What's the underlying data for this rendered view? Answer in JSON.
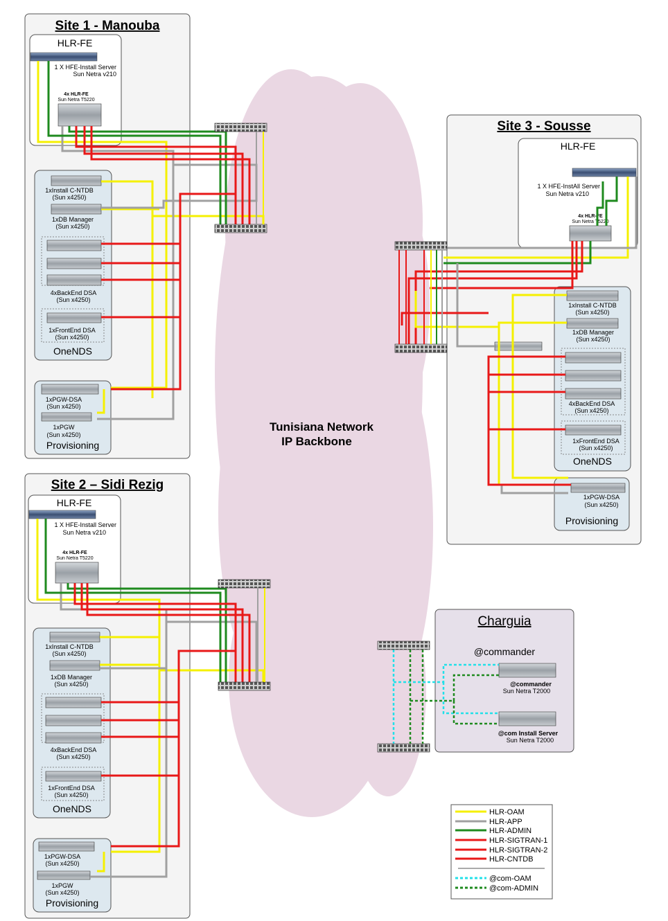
{
  "site1": {
    "title": "Site 1 - Manouba",
    "hlrfe": {
      "label": "HLR-FE",
      "install_server_line1": "1 X HFE-Install Server",
      "install_server_line2": "Sun Netra v210",
      "fe_line1": "4x HLR-FE",
      "fe_line2": "Sun Netra T5220"
    },
    "onends": {
      "label": "OneNDS",
      "cntdb_line1": "1xInstall C-NTDB",
      "cntdb_line2": "(Sun x4250)",
      "dbm_line1": "1xDB Manager",
      "dbm_line2": "(Sun x4250)",
      "be_line1": "4xBackEnd DSA",
      "be_line2": "(Sun x4250)",
      "fe_line1": "1xFrontEnd DSA",
      "fe_line2": "(Sun x4250)"
    },
    "prov": {
      "label": "Provisioning",
      "pgwdsa_line1": "1xPGW-DSA",
      "pgwdsa_line2": "(Sun x4250)",
      "pgw_line1": "1xPGW",
      "pgw_line2": "(Sun x4250)"
    }
  },
  "site2": {
    "title": "Site 2 – Sidi Rezig",
    "hlrfe": {
      "label": "HLR-FE",
      "install_server_line1": "1 X HFE-Install Server",
      "install_server_line2": "Sun Netra v210",
      "fe_line1": "4x HLR-FE",
      "fe_line2": "Sun Netra T5220"
    },
    "onends": {
      "label": "OneNDS",
      "cntdb_line1": "1xInstall C-NTDB",
      "cntdb_line2": "(Sun x4250)",
      "dbm_line1": "1xDB Manager",
      "dbm_line2": "(Sun x4250)",
      "be_line1": "4xBackEnd DSA",
      "be_line2": "(Sun x4250)",
      "fe_line1": "1xFrontEnd DSA",
      "fe_line2": "(Sun x4250)"
    },
    "prov": {
      "label": "Provisioning",
      "pgwdsa_line1": "1xPGW-DSA",
      "pgwdsa_line2": "(Sun x4250)",
      "pgw_line1": "1xPGW",
      "pgw_line2": "(Sun x4250)"
    }
  },
  "site3": {
    "title": "Site 3 - Sousse",
    "hlrfe": {
      "label": "HLR-FE",
      "install_server_line1": "1 X HFE-InstAll Server",
      "install_server_line2": "Sun Netra v210",
      "fe_line1": "4x HLR-FE",
      "fe_line2": "Sun Netra T5220"
    },
    "onends": {
      "label": "OneNDS",
      "cntdb_line1": "1xInstall C-NTDB",
      "cntdb_line2": "(Sun x4250)",
      "dbm_line1": "1xDB Manager",
      "dbm_line2": "(Sun x4250)",
      "be_line1": "4xBackEnd DSA",
      "be_line2": "(Sun x4250)",
      "fe_line1": "1xFrontEnd DSA",
      "fe_line2": "(Sun x4250)"
    },
    "prov": {
      "label": "Provisioning",
      "pgwdsa_line1": "1xPGW-DSA",
      "pgwdsa_line2": "(Sun x4250)"
    }
  },
  "cloud": {
    "line1": "Tunisiana Network",
    "line2": "IP Backbone"
  },
  "charguia": {
    "title": "Charguia",
    "group_label": "@commander",
    "cmd_line1": "@commander",
    "cmd_line2": "Sun Netra T2000",
    "inst_line1": "@com Install Server",
    "inst_line2": "Sun Netra T2000"
  },
  "legend": {
    "items": [
      {
        "label": "HLR-OAM",
        "color": "#f5f000"
      },
      {
        "label": "HLR-APP",
        "color": "#a0a0a0"
      },
      {
        "label": "HLR-ADMIN",
        "color": "#1e8a1e"
      },
      {
        "label": "HLR-SIGTRAN-1",
        "color": "#e81818"
      },
      {
        "label": "HLR-SIGTRAN-2",
        "color": "#e81818"
      },
      {
        "label": "HLR-CNTDB",
        "color": "#e81818"
      }
    ],
    "dashed_items": [
      {
        "label": "@com-OAM",
        "color": "#22e0e8"
      },
      {
        "label": "@com-ADMIN",
        "color": "#1e8a1e"
      }
    ]
  },
  "colors": {
    "oam": "#f5f000",
    "app": "#a0a0a0",
    "admin": "#1e8a1e",
    "sigtran": "#e81818",
    "com_oam": "#22e0e8",
    "cloud": "#ead7e3",
    "site_bg": "#f4f4f4",
    "onends_bg": "#dde8ef"
  }
}
